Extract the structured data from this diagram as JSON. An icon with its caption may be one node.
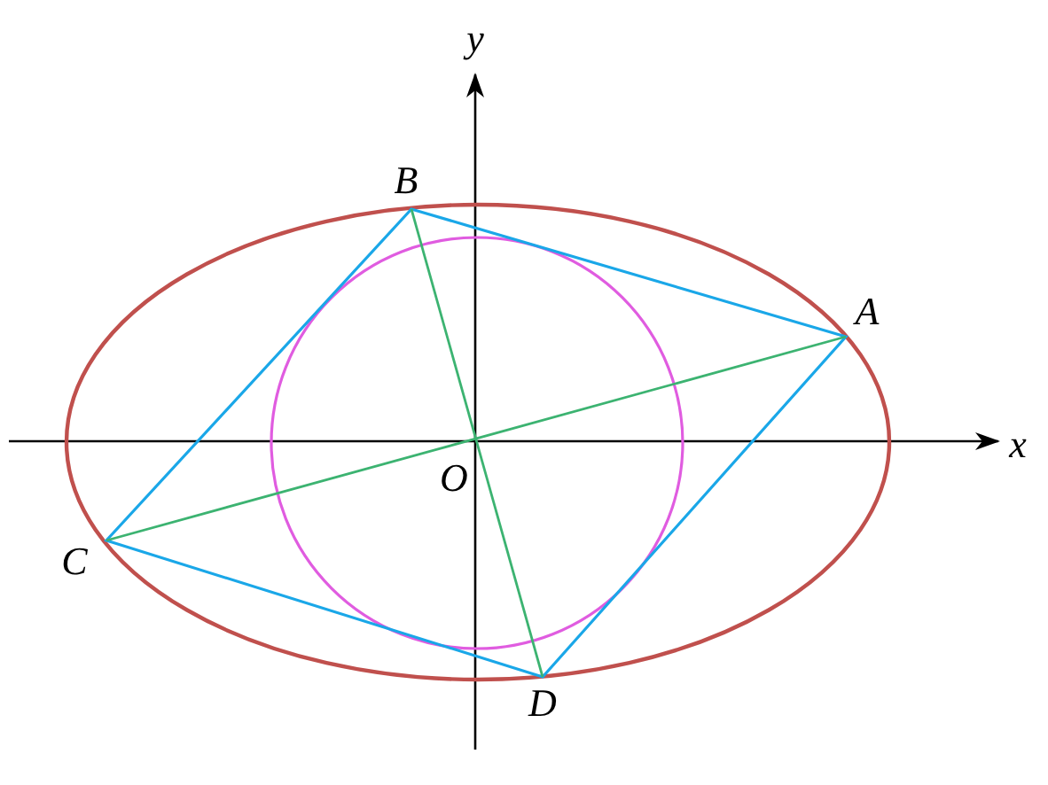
{
  "diagram": {
    "labels": [
      "y",
      "B",
      "A",
      "x",
      "O",
      "C",
      "D"
    ]
  }
}
